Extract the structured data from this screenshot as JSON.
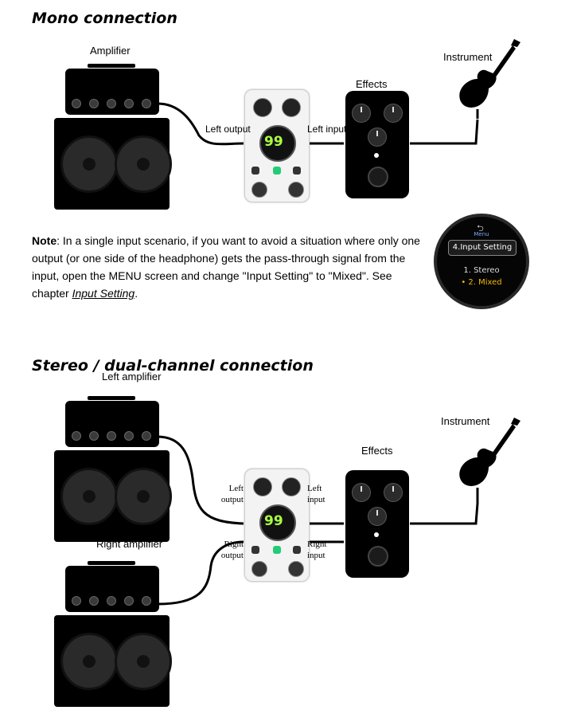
{
  "mono": {
    "title": "Mono connection",
    "amplifier_label": "Amplifier",
    "effects_label": "Effects",
    "instrument_label": "Instrument",
    "left_output_label": "Left output",
    "left_input_label": "Left input"
  },
  "pedal_screen": {
    "value": "99"
  },
  "note": {
    "prefix": "Note",
    "text": ": In a single input scenario, if you want to avoid a situation where only one output (or one side of the headphone) gets the pass-through signal from the input, open the MENU screen and change \"Input Setting\" to \"Mixed\". See chapter ",
    "link": "Input Setting",
    "suffix": "."
  },
  "menu_screen": {
    "title": "Menu",
    "selected": "4.Input Setting",
    "options": [
      "1. Stereo",
      "• 2. Mixed"
    ],
    "colors": {
      "option_active": "#f3b800",
      "title": "#7aa6ff"
    }
  },
  "stereo": {
    "title": "Stereo / dual-channel connection",
    "left_amplifier_label": "Left amplifier",
    "right_amplifier_label": "Right amplifier",
    "effects_label": "Effects",
    "instrument_label": "Instrument",
    "left_output_label": [
      "Left",
      "output"
    ],
    "left_input_label": [
      "Left",
      "input"
    ],
    "right_output_label": [
      "Right",
      "output"
    ],
    "right_input_label": [
      "Right",
      "input"
    ]
  },
  "icons": [
    "amplifier-icon",
    "pedal-icon",
    "guitar-icon",
    "menu-screen-icon"
  ]
}
